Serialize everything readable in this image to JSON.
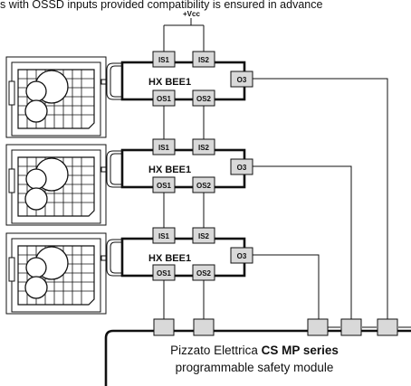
{
  "caption": "s with OSSD inputs provided compatibility is ensured in advance",
  "supply_label": "+Vcc",
  "devices": [
    {
      "name": "HX BEE1",
      "inputs": [
        "IS1",
        "IS2"
      ],
      "outputs": [
        "OS1",
        "OS2"
      ],
      "aux": "O3"
    },
    {
      "name": "HX BEE1",
      "inputs": [
        "IS1",
        "IS2"
      ],
      "outputs": [
        "OS1",
        "OS2"
      ],
      "aux": "O3"
    },
    {
      "name": "HX BEE1",
      "inputs": [
        "IS1",
        "IS2"
      ],
      "outputs": [
        "OS1",
        "OS2"
      ],
      "aux": "O3"
    }
  ],
  "module": {
    "brand": "Pizzato Elettrica",
    "series": "CS MP series",
    "description": "programmable safety module"
  },
  "colors": {
    "box_fill": "#d9d9d9",
    "stroke": "#111111"
  }
}
